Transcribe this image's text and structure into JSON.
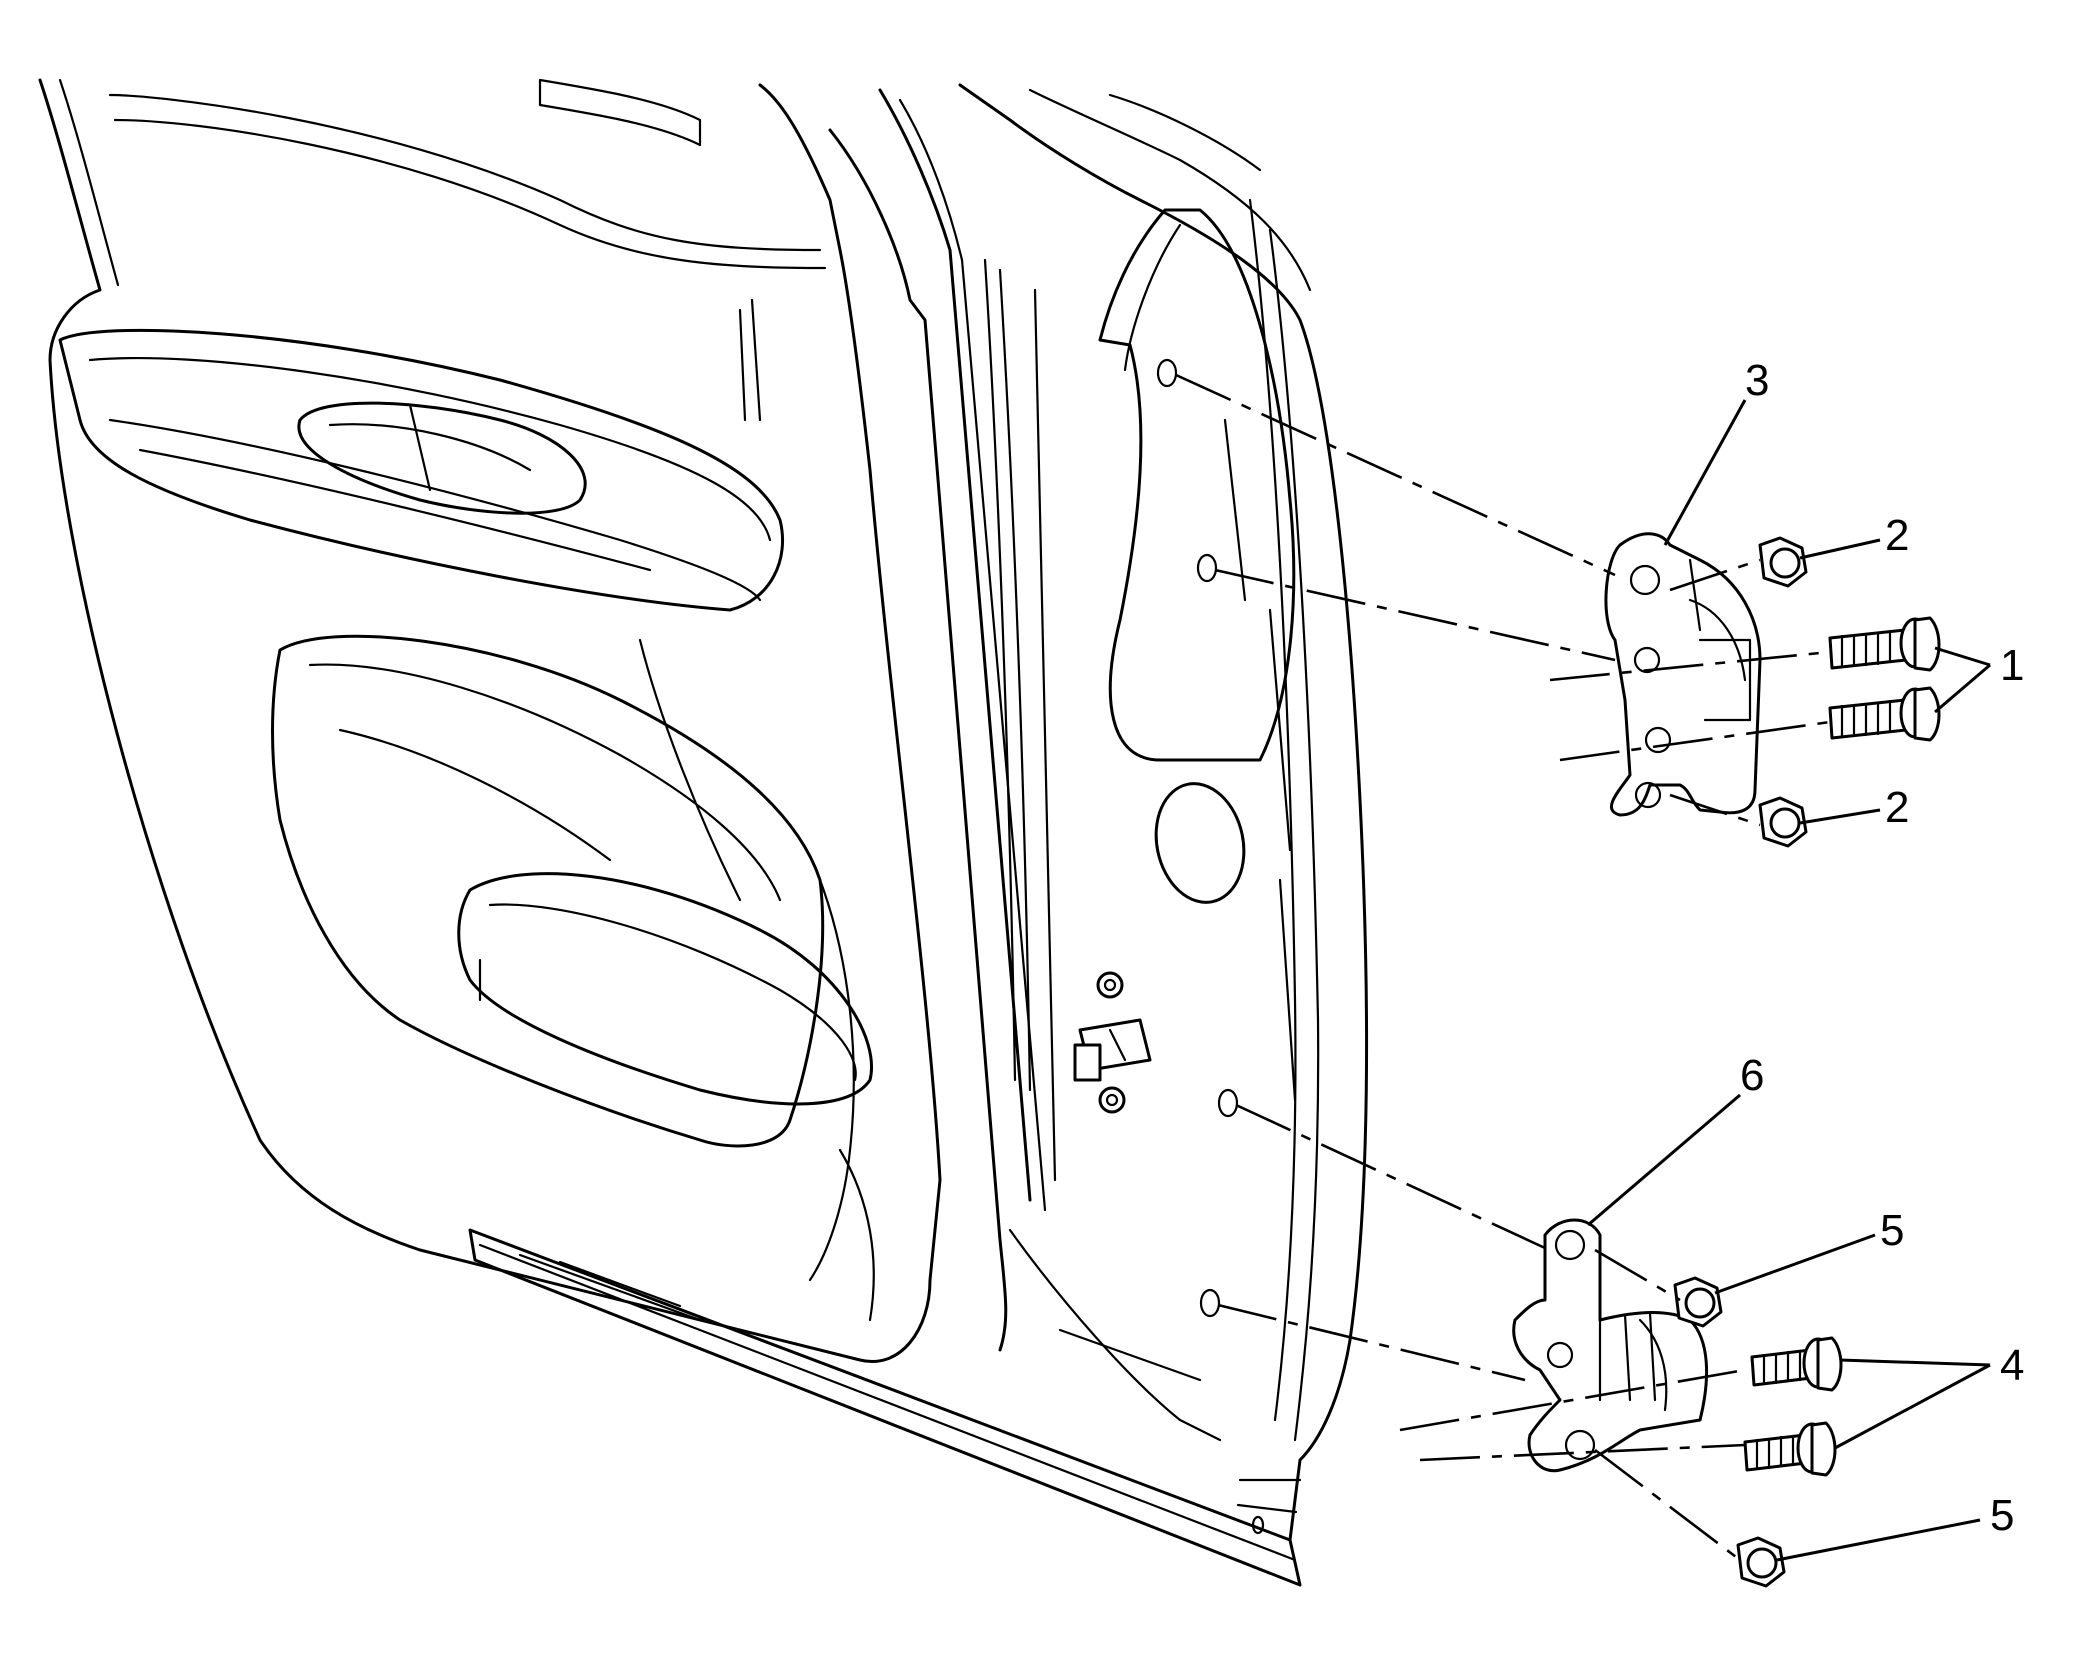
{
  "callouts": {
    "c1": "1",
    "c2a": "2",
    "c2b": "2",
    "c3": "3",
    "c4": "4",
    "c5a": "5",
    "c5b": "5",
    "c6": "6"
  }
}
